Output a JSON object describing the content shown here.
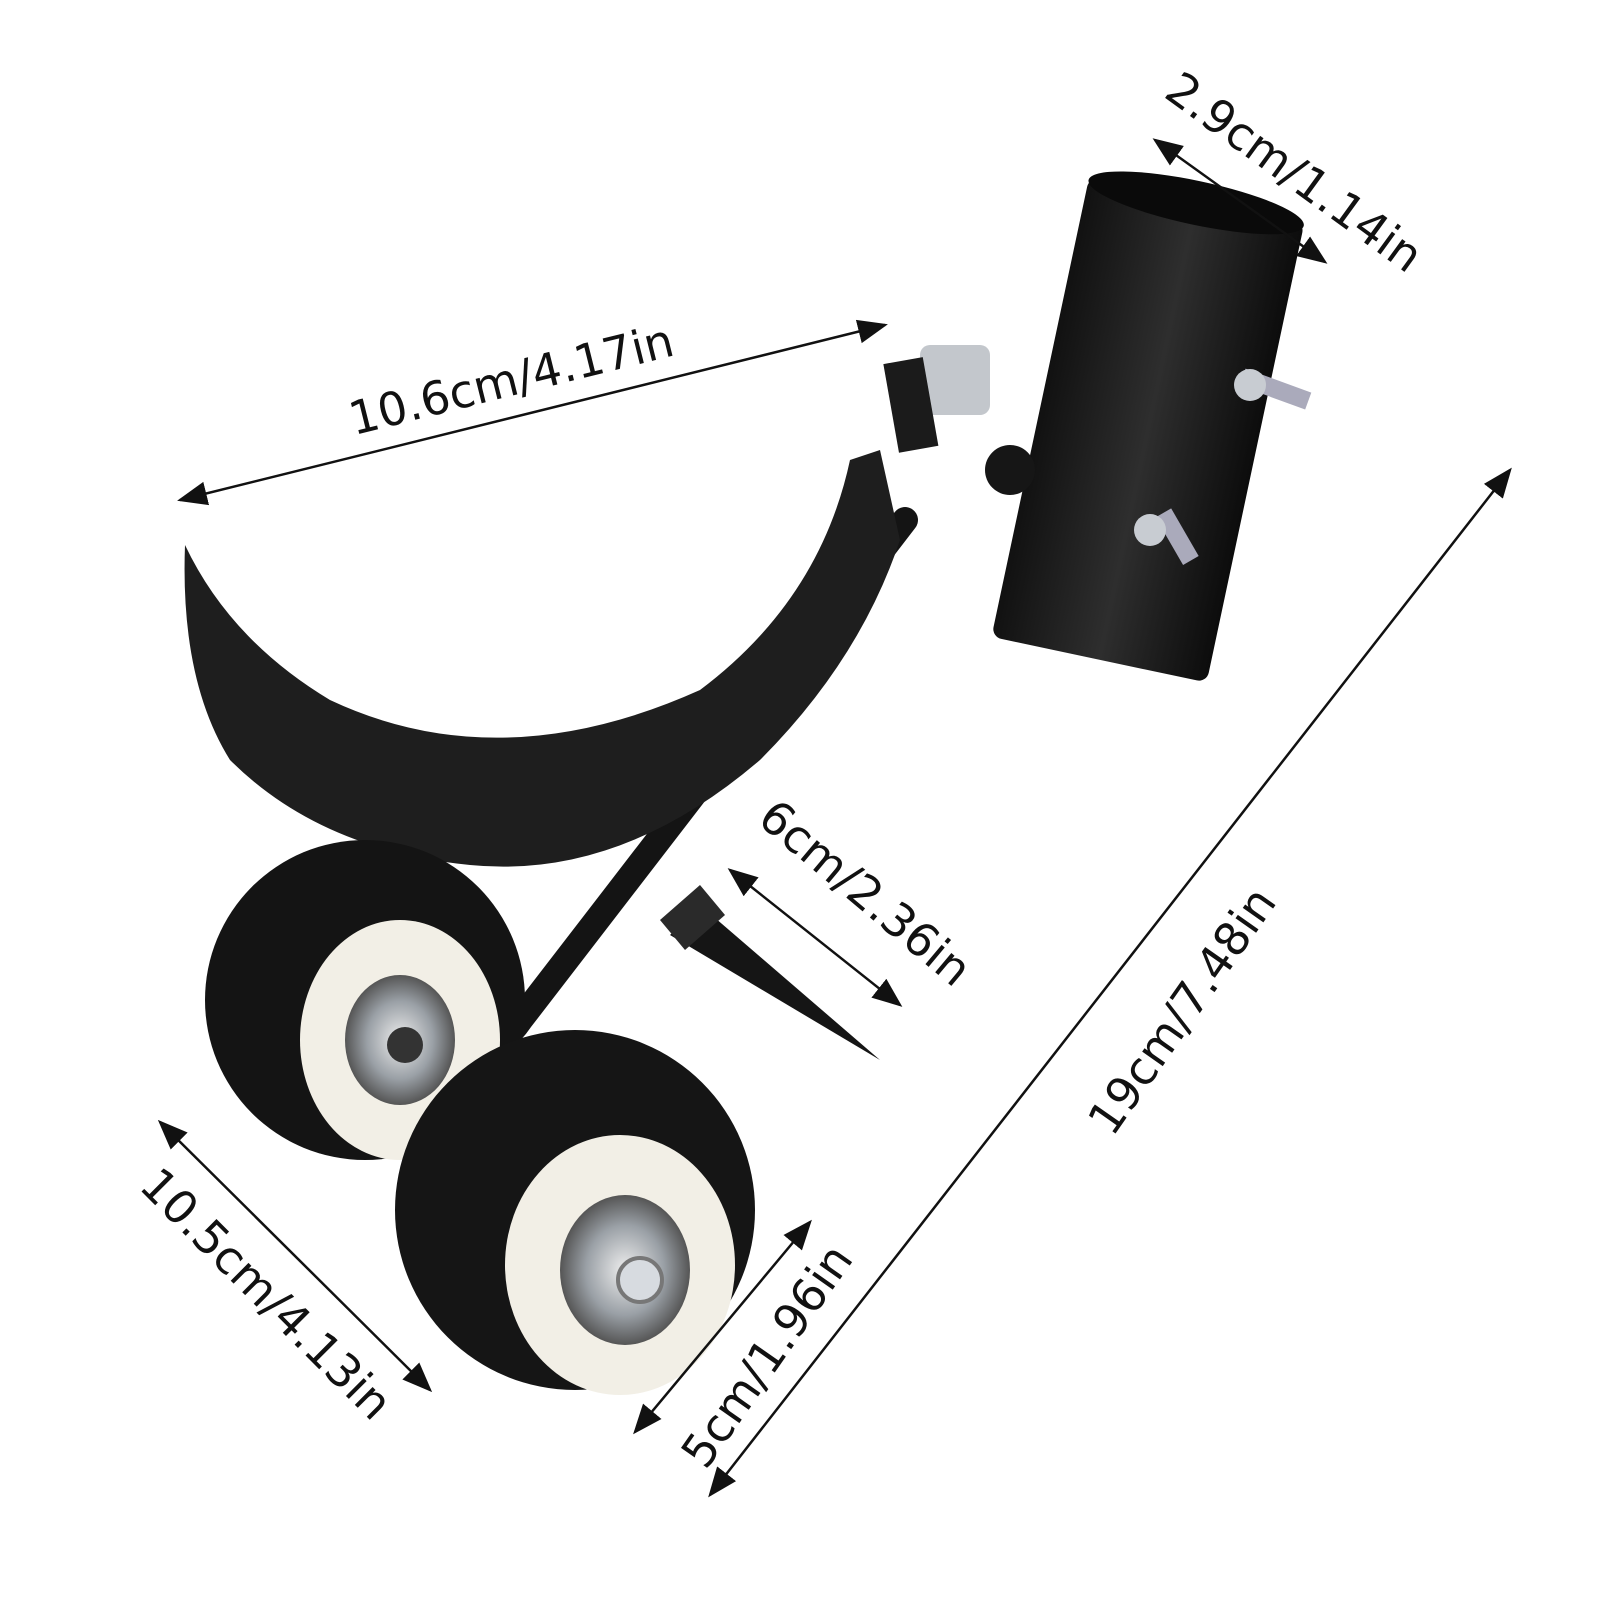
{
  "dimensions": {
    "tube_diameter": "2.9cm/1.14in",
    "blade_length": "10.6cm/4.17in",
    "spike_length": "6cm/2.36in",
    "total_length": "19cm/7.48in",
    "wheel_axle_width": "10.5cm/4.13in",
    "wheel_diameter": "5cm/1.96in"
  },
  "colors": {
    "product": "#1a1a1a",
    "wheel_rim": "#f2efe6",
    "metal": "#b8bcc2",
    "annotation": "#111111"
  }
}
